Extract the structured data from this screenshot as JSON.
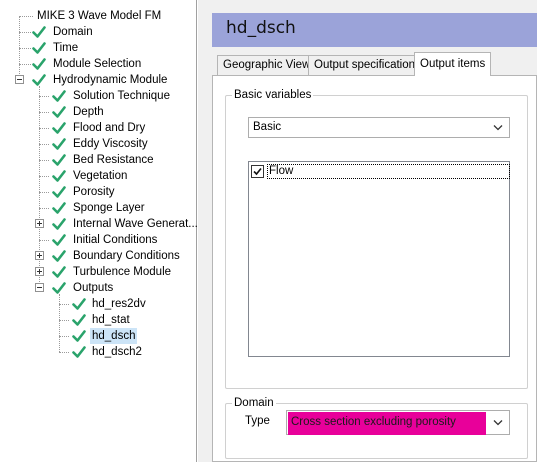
{
  "tree": {
    "items": [
      {
        "label": "MIKE 3 Wave Model FM",
        "check": false
      },
      {
        "label": "Domain",
        "check": true
      },
      {
        "label": "Time",
        "check": true
      },
      {
        "label": "Module Selection",
        "check": true
      },
      {
        "label": "Hydrodynamic Module",
        "check": true,
        "expander": "minus"
      },
      {
        "label": "Solution Technique",
        "check": true
      },
      {
        "label": "Depth",
        "check": true
      },
      {
        "label": "Flood and Dry",
        "check": true
      },
      {
        "label": "Eddy Viscosity",
        "check": true
      },
      {
        "label": "Bed Resistance",
        "check": true
      },
      {
        "label": "Vegetation",
        "check": true
      },
      {
        "label": "Porosity",
        "check": true
      },
      {
        "label": "Sponge Layer",
        "check": true
      },
      {
        "label": "Internal Wave Generat...",
        "check": true,
        "expander": "plus"
      },
      {
        "label": "Initial Conditions",
        "check": true
      },
      {
        "label": "Boundary Conditions",
        "check": true,
        "expander": "plus"
      },
      {
        "label": "Turbulence Module",
        "check": true,
        "expander": "plus"
      },
      {
        "label": "Outputs",
        "check": true,
        "expander": "minus"
      },
      {
        "label": "hd_res2dv",
        "check": true
      },
      {
        "label": "hd_stat",
        "check": true
      },
      {
        "label": "hd_dsch",
        "check": true,
        "selected": true
      },
      {
        "label": "hd_dsch2",
        "check": true
      }
    ]
  },
  "panel": {
    "title": "hd_dsch",
    "tabs": [
      {
        "label": "Geographic View",
        "active": false
      },
      {
        "label": "Output specification",
        "active": false
      },
      {
        "label": "Output items",
        "active": true
      }
    ]
  },
  "basic_variables": {
    "group_title": "Basic variables",
    "selected": "Basic",
    "items": [
      {
        "label": "Flow",
        "checked": true
      }
    ]
  },
  "domain": {
    "group_title": "Domain",
    "type_label": "Type",
    "type_value": "Cross section excluding porosity"
  },
  "colors": {
    "title_bar": "#9ba3d9",
    "check_green": "#2aa36b",
    "highlight": "#e8009a",
    "selection": "#cce4f7"
  },
  "icons": {
    "check": "check-icon",
    "dropdown": "chevron-down-icon",
    "expand": "plus-box-icon",
    "collapse": "minus-box-icon"
  }
}
